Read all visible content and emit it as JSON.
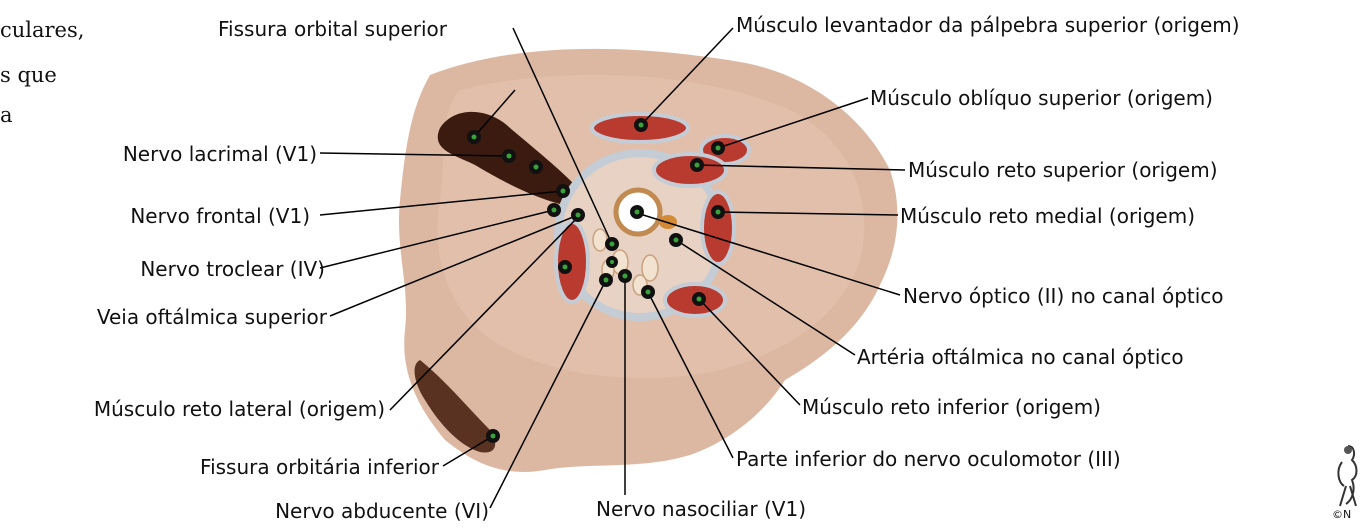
{
  "left_text_fragments": [
    "culares,",
    "s que",
    "a"
  ],
  "labels": {
    "fissura_orbital_superior": "Fissura orbital superior",
    "nervo_lacrimal": "Nervo lacrimal (V1)",
    "nervo_frontal": "Nervo frontal (V1)",
    "nervo_troclear": "Nervo troclear (IV)",
    "veia_oftalmica_superior": "Veia oftálmica superior",
    "musculo_reto_lateral": "Músculo reto lateral (origem)",
    "fissura_orbitaria_inferior": "Fissura orbitária inferior",
    "nervo_abducente": "Nervo abducente (VI)",
    "nervo_nasociliar": "Nervo nasociliar (V1)",
    "musculo_levantador": "Músculo levantador da pálpebra superior (origem)",
    "musculo_obliquo_superior": "Músculo oblíquo superior (origem)",
    "musculo_reto_superior": "Músculo reto superior (origem)",
    "musculo_reto_medial": "Músculo reto medial (origem)",
    "nervo_optico": "Nervo óptico (II) no canal óptico",
    "arteria_oftalmica": "Artéria oftálmica no canal óptico",
    "musculo_reto_inferior": "Músculo reto inferior (origem)",
    "oculomotor_inferior": "Parte inferior do nervo oculomotor (III)"
  },
  "corner_text": "©N",
  "colors": {
    "tissue": "#d9b39a",
    "muscle": "#b8362c",
    "dark_fissure": "#3a1a10",
    "ring": "#c9cfd8",
    "marker": "#2e7d2e"
  }
}
